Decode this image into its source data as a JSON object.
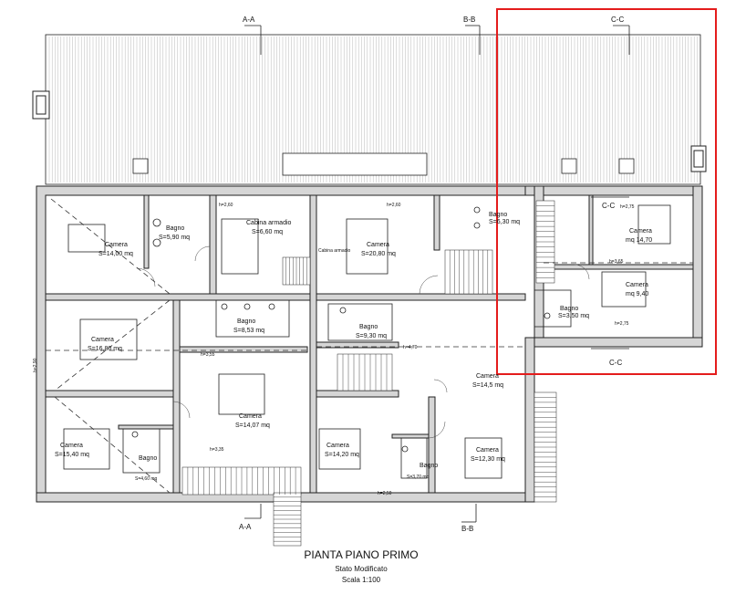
{
  "title": "PIANTA PIANO PRIMO",
  "subtitle": "Stato Modificato",
  "scale": "Scala 1:100",
  "sections": {
    "aa": "A-A",
    "bb": "B-B",
    "cc": "C-C"
  },
  "highlight_color": "#e41c1c",
  "rooms": [
    {
      "id": "camera-1",
      "name": "Camera",
      "area": "S=14,00 mq"
    },
    {
      "id": "bagno-1",
      "name": "Bagno",
      "area": "S=5,90 mq"
    },
    {
      "id": "cabina-1",
      "name": "Cabina armadio",
      "area": "S=6,60 mq"
    },
    {
      "id": "cabina-2",
      "name": "Cabina armadio",
      "area": ""
    },
    {
      "id": "camera-2",
      "name": "Camera",
      "area": "S=20,80 mq"
    },
    {
      "id": "bagno-2",
      "name": "Bagno",
      "area": "S=6,30 mq"
    },
    {
      "id": "camera-3",
      "name": "Camera",
      "area": "mq 14,70"
    },
    {
      "id": "camera-4",
      "name": "Camera",
      "area": "mq 9,40"
    },
    {
      "id": "bagno-3",
      "name": "Bagno",
      "area": "S=3,50 mq"
    },
    {
      "id": "camera-5",
      "name": "Camera",
      "area": "S=16,80 mq"
    },
    {
      "id": "bagno-4",
      "name": "Bagno",
      "area": "S=8,53 mq"
    },
    {
      "id": "bagno-5",
      "name": "Bagno",
      "area": "S=9,30 mq"
    },
    {
      "id": "camera-6",
      "name": "Camera",
      "area": "S=14,5 mq"
    },
    {
      "id": "camera-7",
      "name": "Camera",
      "area": "S=14,07 mq"
    },
    {
      "id": "camera-8",
      "name": "Camera",
      "area": "S=15,40 mq"
    },
    {
      "id": "bagno-6",
      "name": "Bagno",
      "area": "S=4,60 mq"
    },
    {
      "id": "camera-9",
      "name": "Camera",
      "area": "S=14,20 mq"
    },
    {
      "id": "bagno-7",
      "name": "Bagno",
      "area": "S=3,70 mq"
    },
    {
      "id": "camera-10",
      "name": "Camera",
      "area": "S=12,30 mq"
    }
  ],
  "heights": {
    "h1": "h=2,60",
    "h2": "h=2,60",
    "h3": "h=2,75",
    "h4": "h=3,65",
    "h5": "h=2,75",
    "h6": "h=3,55",
    "h7": "h=4,70",
    "h8": "h=3,35",
    "h9": "h=2,50",
    "h10": "h=2,90"
  }
}
